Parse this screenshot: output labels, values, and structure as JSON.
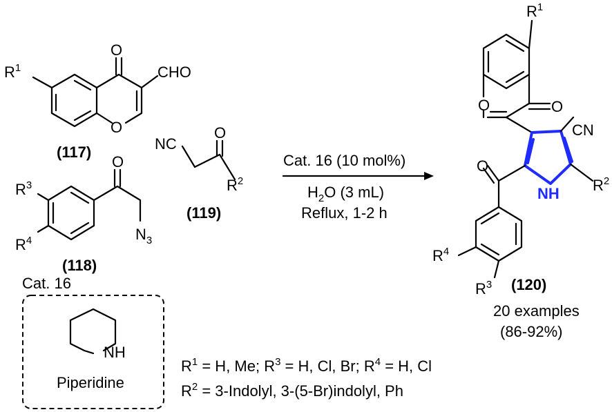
{
  "compounds": {
    "c117": {
      "label": "(117)",
      "cho": "CHO",
      "o_ketone": "O",
      "o_ring": "O",
      "r": "R",
      "r_sup": "1"
    },
    "c118": {
      "label": "(118)",
      "o": "O",
      "r3": "R",
      "r3_sup": "3",
      "r4": "R",
      "r4_sup": "4",
      "n3": "N",
      "n3_sub": "3"
    },
    "c119": {
      "label": "(119)",
      "nc": "NC",
      "o": "O",
      "r2": "R",
      "r2_sup": "2"
    },
    "c120": {
      "label": "(120)",
      "r1": "R",
      "r1_sup": "1",
      "o_ring": "O",
      "o_ketone": "O",
      "cn": "CN",
      "o_acyl": "O",
      "nh": "NH",
      "r2": "R",
      "r2_sup": "2",
      "r4": "R",
      "r4_sup": "4",
      "r3": "R",
      "r3_sup": "3",
      "examples": "20 examples",
      "yield": "(86-92%)"
    }
  },
  "conditions": {
    "catalyst": "Cat. 16 (10 mol%)",
    "solvent_h": "H",
    "solvent_sub": "2",
    "solvent_rest": "O (3 mL)",
    "temp": "Reflux, 1-2 h"
  },
  "catalyst_box": {
    "title": "Cat. 16",
    "nh": "NH",
    "name": "Piperidine"
  },
  "substituents": {
    "line1": [
      "R",
      "1",
      " = H, Me; R",
      "3",
      " = H, Cl, Br; R",
      "4",
      " = H, Cl"
    ],
    "line2": [
      "R",
      "2",
      " = 3-Indolyl, 3-(5-Br)indolyl, Ph"
    ]
  },
  "colors": {
    "highlight": "#1f2cff"
  }
}
